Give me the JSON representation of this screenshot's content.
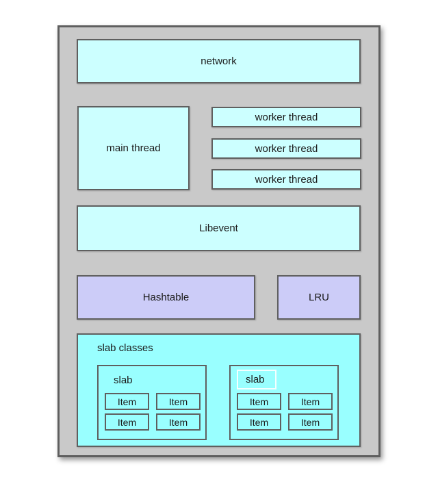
{
  "palette": {
    "page_background": "#ffffff",
    "container_fill": "#c9c9c9",
    "box_border": "#5f5f5f",
    "cyan_fill": "#ccffff",
    "bright_cyan_fill": "#99ffff",
    "purple_fill": "#ccccf8",
    "highlight_border": "#f4ffff",
    "text": "#1a1a1a"
  },
  "diagram": {
    "network_label": "network",
    "main_thread_label": "main thread",
    "worker_threads": [
      "worker thread",
      "worker thread",
      "worker thread"
    ],
    "libevent_label": "Libevent",
    "hashtable_label": "Hashtable",
    "lru_label": "LRU",
    "slab_classes_label": "slab classes",
    "slabs": [
      {
        "label": "slab",
        "label_highlighted": false,
        "items": [
          "Item",
          "Item",
          "Item",
          "Item"
        ]
      },
      {
        "label": "slab",
        "label_highlighted": true,
        "items": [
          "Item",
          "Item",
          "Item",
          "Item"
        ]
      }
    ]
  }
}
